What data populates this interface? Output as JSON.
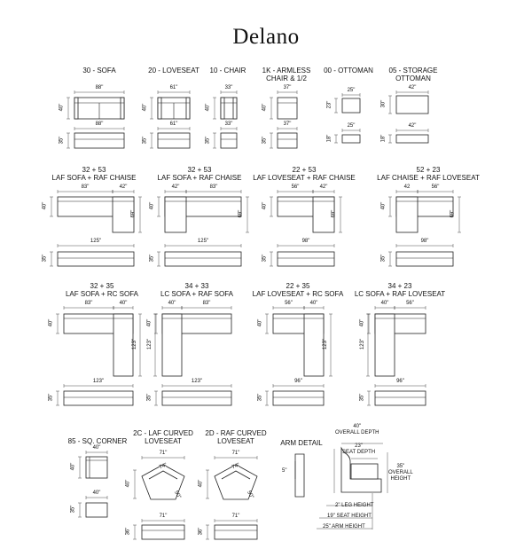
{
  "title": "Delano",
  "units": [
    {
      "id": "sofa",
      "label": "30 - SOFA",
      "w": "88\"",
      "h": "40\"",
      "fw": "88\"",
      "fh": "35\""
    },
    {
      "id": "loveseat",
      "label": "20 - LOVESEAT",
      "w": "61\"",
      "h": "40\"",
      "fw": "61\"",
      "fh": "35\""
    },
    {
      "id": "chair",
      "label": "10 - CHAIR",
      "w": "33\"",
      "h": "40\"",
      "fw": "33\"",
      "fh": "35\""
    },
    {
      "id": "armless",
      "label": "1K - ARMLESS\nCHAIR & 1/2",
      "w": "37\"",
      "h": "40\"",
      "fw": "37\"",
      "fh": "35\""
    },
    {
      "id": "ottoman",
      "label": "00 - OTTOMAN",
      "w": "25\"",
      "h": "23\"",
      "fw": "25\"",
      "fh": "18\""
    },
    {
      "id": "storage",
      "label": "05 - STORAGE\nOTTOMAN",
      "w": "42\"",
      "h": "30\"",
      "fw": "42\"",
      "fh": "18\""
    }
  ],
  "sectionals_row2": [
    {
      "label": "32 + 53\nLAF SOFA + RAF CHAISE",
      "w1": "83\"",
      "w2": "42\"",
      "d": "69\"",
      "h": "40\"",
      "fw": "125\"",
      "fh": "35\""
    },
    {
      "label": "32 + 53\nLAF SOFA + RAF CHAISE",
      "w1": "42\"",
      "w2": "83\"",
      "d": "69\"",
      "h": "40\"",
      "fw": "125\"",
      "fh": "35\""
    },
    {
      "label": "22 + 53\nLAF LOVESEAT + RAF CHAISE",
      "w1": "56\"",
      "w2": "42\"",
      "d": "69\"",
      "h": "40\"",
      "fw": "98\"",
      "fh": "35\""
    },
    {
      "label": "52 + 23\nLAF CHAISE + RAF LOVESEAT",
      "w1": "42",
      "w2": "56\"",
      "d": "69\"",
      "h": "40\"",
      "fw": "98\"",
      "fh": "35\""
    }
  ],
  "sectionals_row3": [
    {
      "label": "32 + 35\nLAF SOFA + RC SOFA",
      "w1": "83\"",
      "w2": "40\"",
      "d": "123\"",
      "h": "40\"",
      "fw": "123\"",
      "fh": "35\""
    },
    {
      "label": "34 + 33\nLC SOFA + RAF SOFA",
      "w1": "40\"",
      "w2": "83\"",
      "d": "123\"",
      "h": "40\"",
      "fw": "123\"",
      "fh": "35\""
    },
    {
      "label": "22 + 35\nLAF LOVESEAT + RC SOFA",
      "w1": "56\"",
      "w2": "40\"",
      "d": "123\"",
      "h": "40\"",
      "fw": "96\"",
      "fh": "35\""
    },
    {
      "label": "34 + 23\nLC SOFA + RAF LOVESEAT",
      "w1": "40\"",
      "w2": "56\"",
      "d": "123\"",
      "h": "40\"",
      "fw": "96\"",
      "fh": "35\""
    }
  ],
  "row4": {
    "corner": {
      "label": "85 - SQ. CORNER",
      "w": "40\"",
      "h": "40\"",
      "fw": "40\"",
      "fh": "35\""
    },
    "laf_curved": {
      "label": "2C - LAF CURVED\nLOVESEAT",
      "w": "71\"",
      "w2": "74\"",
      "d": "50\"",
      "h": "40\"",
      "fw": "71\"",
      "fh": "36\""
    },
    "raf_curved": {
      "label": "2D - RAF CURVED\nLOVESEAT",
      "w": "71\"",
      "w2": "74\"",
      "d": "50\"",
      "h": "40\"",
      "fw": "71\"",
      "fh": "36\""
    },
    "arm_detail": {
      "label": "ARM DETAIL",
      "arm": "5\""
    }
  },
  "detail": {
    "overall_depth": "40\"\nOVERALL DEPTH",
    "seat_depth": "23\"\nSEAT DEPTH",
    "overall_height": "35\"\nOVERALL\nHEIGHT",
    "leg_height": "2\" LEG HEIGHT",
    "seat_height": "19\" SEAT HEIGHT",
    "arm_height": "25\" ARM HEIGHT"
  }
}
